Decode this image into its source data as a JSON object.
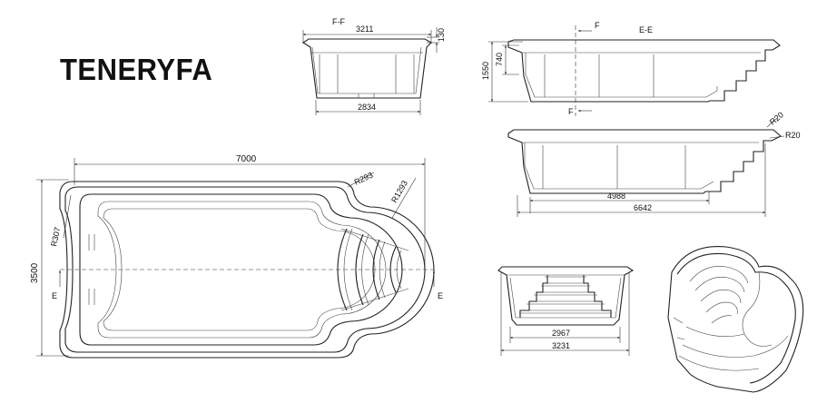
{
  "title": "TENERYFA",
  "section_ff": {
    "label": "F-F",
    "top_width": "3211",
    "bottom_width": "2834",
    "rim_height": "130"
  },
  "section_ee": {
    "label": "E-E",
    "cut_label_top": "F",
    "cut_label_bottom": "F",
    "depth": "1550",
    "step_height": "740"
  },
  "side_view": {
    "floor_length": "4988",
    "total_length": "6642",
    "radius_top": "R20",
    "radius_side": "R20"
  },
  "plan_view": {
    "length": "7000",
    "width": "3500",
    "radius_corner": "R307",
    "radius_small": "R293",
    "radius_large": "R1293",
    "cut_label_left": "E",
    "cut_label_right": "E"
  },
  "end_view": {
    "inner_width": "2967",
    "outer_width": "3231"
  }
}
